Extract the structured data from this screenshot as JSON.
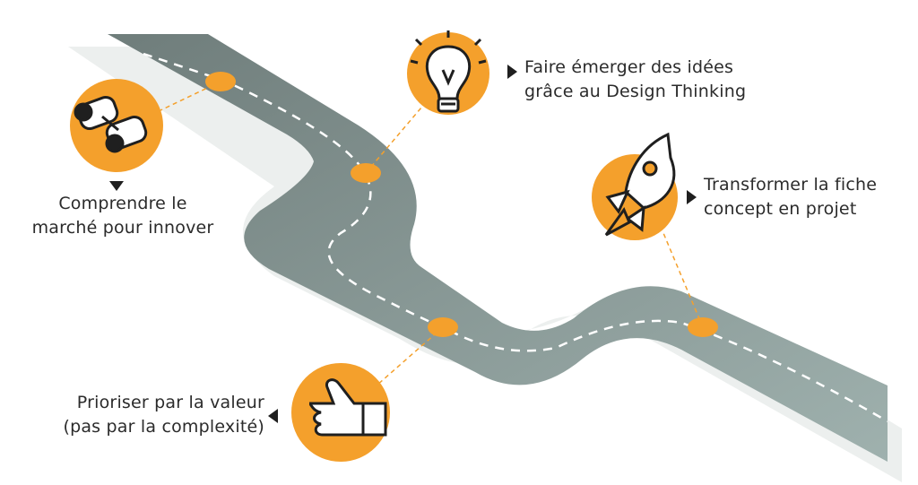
{
  "colors": {
    "road": "#8b9c9a",
    "road_shadow": "#d6dcdb",
    "dash": "#ffffff",
    "accent": "#f4a02c",
    "ink": "#1f1f1f"
  },
  "milestones": [
    {
      "id": "understand",
      "icon": "binoculars-icon",
      "lines": [
        "Comprendre le",
        "marché pour innover"
      ]
    },
    {
      "id": "ideas",
      "icon": "lightbulb-icon",
      "lines": [
        "Faire émerger des idées",
        "grâce au Design Thinking"
      ]
    },
    {
      "id": "prioritize",
      "icon": "thumbs-up-icon",
      "lines": [
        "Prioriser par la valeur",
        "(pas par la complexité)"
      ]
    },
    {
      "id": "transform",
      "icon": "rocket-icon",
      "lines": [
        "Transformer la fiche",
        "concept en projet"
      ]
    }
  ]
}
